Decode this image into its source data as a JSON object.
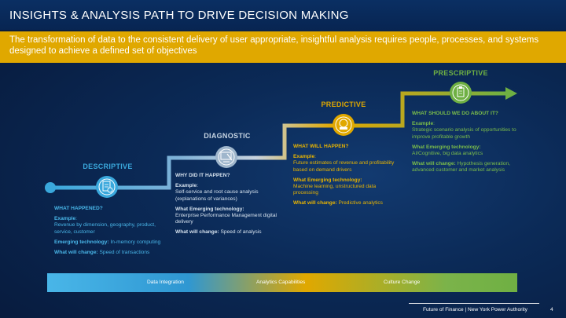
{
  "header": {
    "title": "INSIGHTS & ANALYSIS PATH TO DRIVE DECISION MAKING",
    "subtitle": "The transformation of data to the consistent delivery of user appropriate, insightful analysis requires people, processes, and systems designed to achieve a defined set of objectives"
  },
  "colors": {
    "descriptive": "#3aa8dc",
    "diagnostic": "#9fb6cc",
    "predictive": "#e0a800",
    "prescriptive": "#6fb043",
    "banner": "#e0a800"
  },
  "stages": [
    {
      "label": "DESCRIPTIVE",
      "icon": "document-gear-icon",
      "question": "WHAT HAPPENED?",
      "example_label": "Example",
      "example_text": "Revenue by dimension, geography, product, service, customer",
      "tech_label": "Emerging technology:",
      "tech_text": "In-memory computing",
      "change_label": "What will change:",
      "change_text": "Speed of transactions"
    },
    {
      "label": "DIAGNOSTIC",
      "icon": "screen-tools-icon",
      "question": "WHY DID IT HAPPEN?",
      "example_label": "Example",
      "example_text": "Self-service and root cause analysis (explanations of variances)",
      "tech_label": "What Emerging technology:",
      "tech_text": "Enterprise Performance Management digital delivery",
      "change_label": "What will change:",
      "change_text": "Speed of analysis"
    },
    {
      "label": "PREDICTIVE",
      "icon": "crystal-ball-icon",
      "question": "WHAT WILL HAPPEN?",
      "example_label": "Example",
      "example_text": "Future estimates of revenue and profitability based on demand drivers",
      "tech_label": "What Emerging technology:",
      "tech_text": "Machine learning, unstructured data processing",
      "change_label": "What will change:",
      "change_text": "Predictive analytics"
    },
    {
      "label": "PRESCRIPTIVE",
      "icon": "clipboard-icon",
      "question": "WHAT SHOULD WE DO ABOUT IT?",
      "example_label": "Example",
      "example_text": "Strategic scenario analysis of opportunities to improve profitable growth",
      "tech_label": "What Emerging technology:",
      "tech_text": "AI/Cognitive, big data analytics",
      "change_label": "What will change:",
      "change_text": "Hypothesis generation, advanced customer and market analysis"
    }
  ],
  "bottom_bar": {
    "labels": [
      "Data Integration",
      "Analytics Capabilities",
      "Culture Change"
    ]
  },
  "footer": {
    "text": "Future of Finance  |  New York Power Authority",
    "page": "4"
  }
}
